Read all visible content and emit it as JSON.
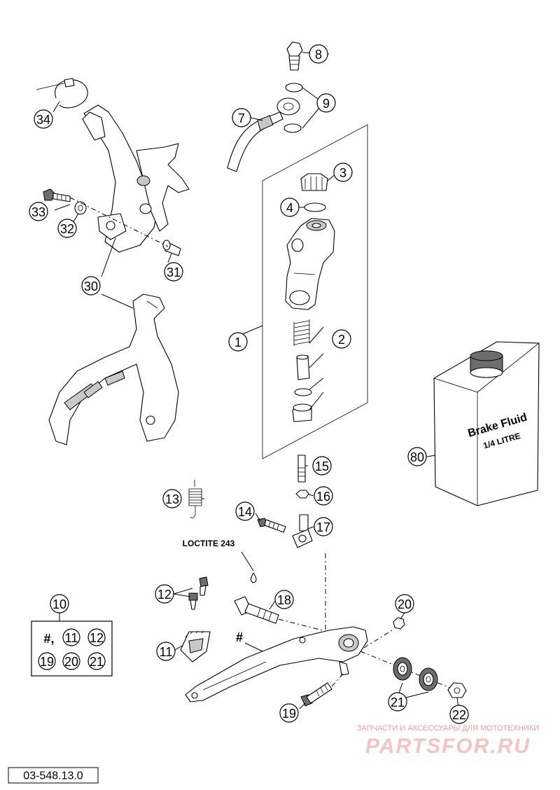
{
  "callouts": [
    {
      "num": "1"
    },
    {
      "num": "2"
    },
    {
      "num": "3"
    },
    {
      "num": "4"
    },
    {
      "num": "7"
    },
    {
      "num": "8"
    },
    {
      "num": "9"
    },
    {
      "num": "10"
    },
    {
      "num": "11"
    },
    {
      "num": "12"
    },
    {
      "num": "13"
    },
    {
      "num": "14"
    },
    {
      "num": "15"
    },
    {
      "num": "16"
    },
    {
      "num": "17"
    },
    {
      "num": "18"
    },
    {
      "num": "19"
    },
    {
      "num": "20"
    },
    {
      "num": "21"
    },
    {
      "num": "22"
    },
    {
      "num": "30"
    },
    {
      "num": "31"
    },
    {
      "num": "32"
    },
    {
      "num": "33"
    },
    {
      "num": "34"
    },
    {
      "num": "80"
    }
  ],
  "kit": {
    "hash": "#,",
    "items": [
      "11",
      "12",
      "19",
      "20",
      "21"
    ]
  },
  "loctite_label": "LOCTITE 243",
  "lever_mark": "#",
  "fluid": {
    "line1": "Brake Fluid",
    "line2": "1/4 LITRE"
  },
  "watermark": {
    "top": "ЗАПЧАСТИ И АКСЕССУАРЫ ДЛЯ МОТОТЕХНИКИ",
    "brand": "PARTSFOR.RU"
  },
  "diagram_code": "03-548.13.0"
}
